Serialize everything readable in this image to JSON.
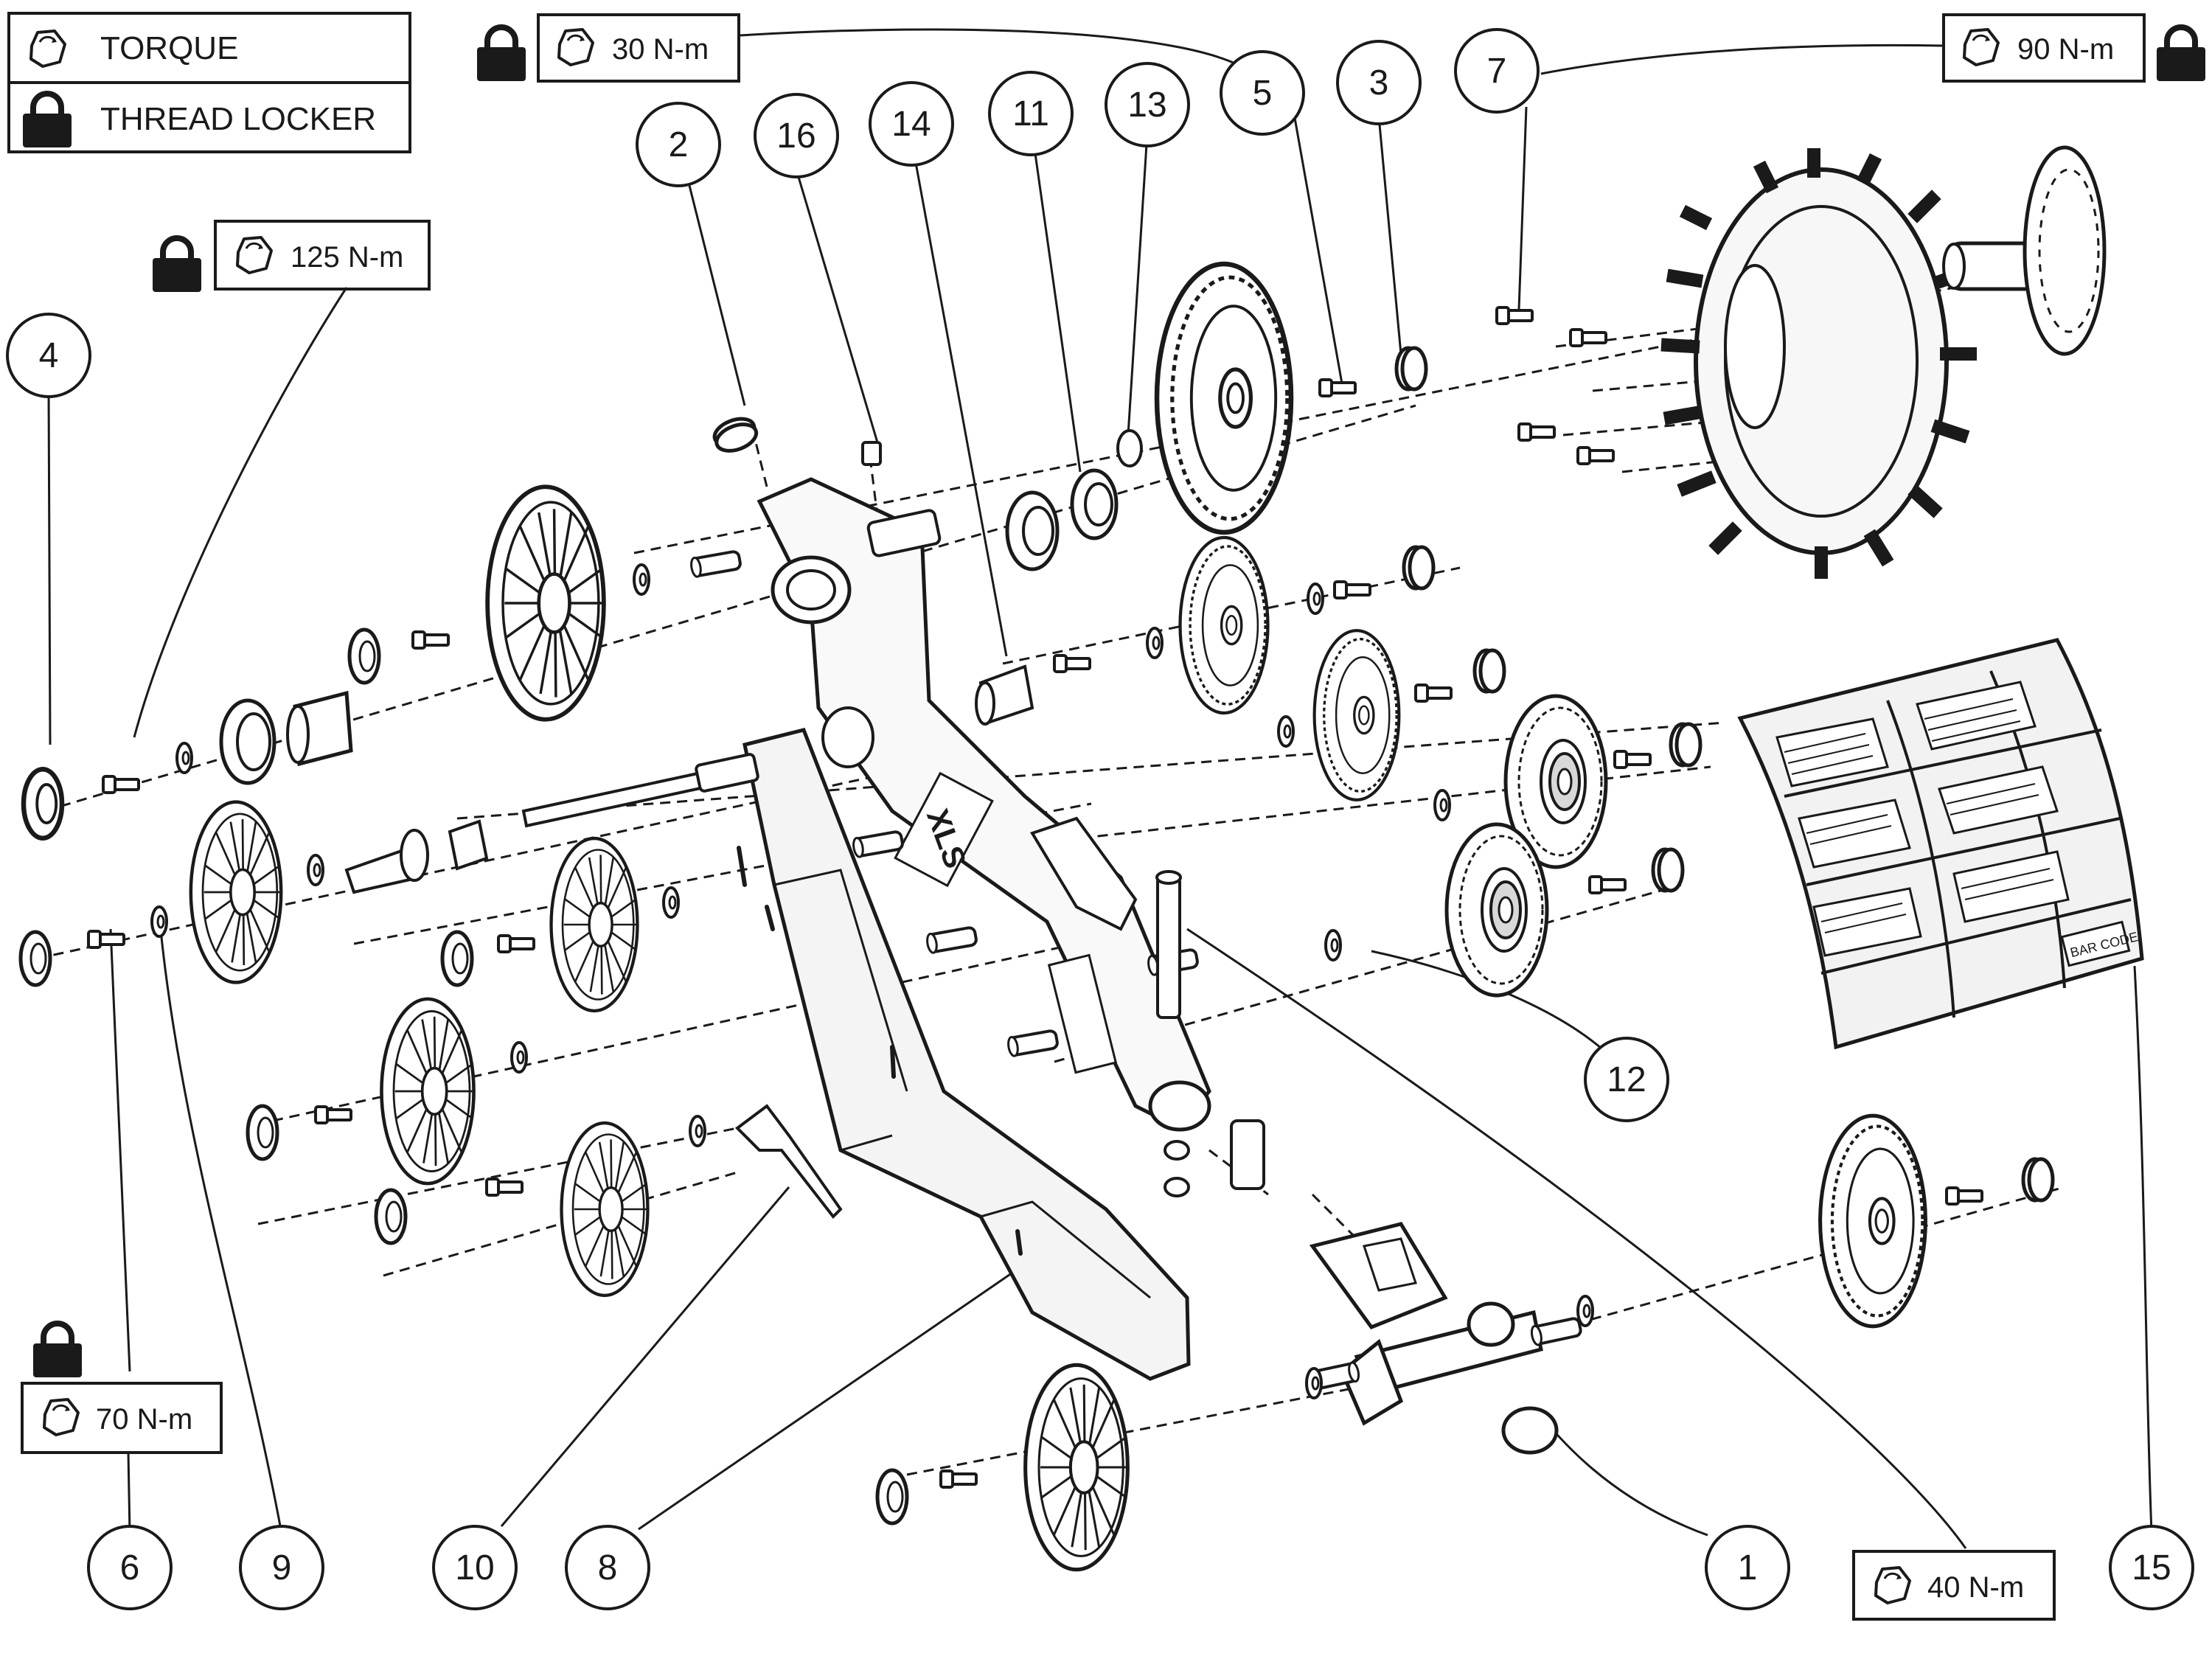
{
  "legend": {
    "torque_label": "TORQUE",
    "threadlocker_label": "THREAD LOCKER"
  },
  "torque_specs": {
    "t30": "30 N-m",
    "t90": "90 N-m",
    "t125": "125 N-m",
    "t70": "70 N-m",
    "t40": "40 N-m"
  },
  "callouts": {
    "c1": "1",
    "c2": "2",
    "c3": "3",
    "c4": "4",
    "c5": "5",
    "c6": "6",
    "c7": "7",
    "c8": "8",
    "c9": "9",
    "c10": "10",
    "c11": "11",
    "c12": "12",
    "c13": "13",
    "c14": "14",
    "c15": "15",
    "c16": "16"
  },
  "markings": {
    "frame_logo": "XLS",
    "track_label": "BAR CODE"
  },
  "icons": {
    "torque": "torque-icon",
    "lock": "padlock-icon"
  },
  "colors": {
    "ink": "#1a1a1a",
    "paper": "#ffffff",
    "part_shade": "#f1f1f1"
  }
}
